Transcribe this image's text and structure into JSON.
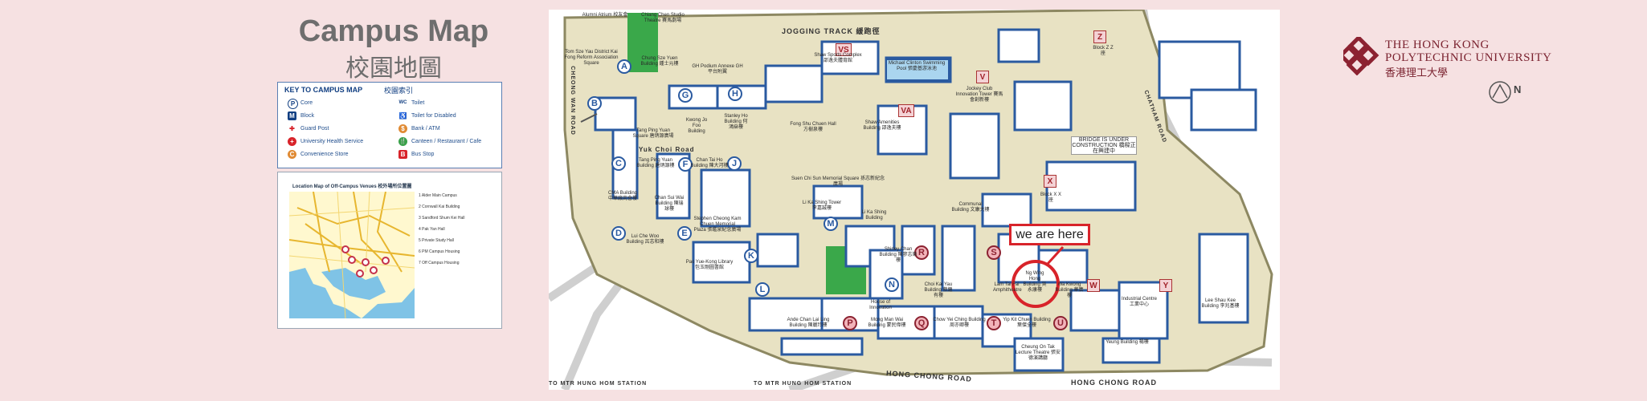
{
  "title": {
    "en": "Campus Map",
    "zh": "校園地圖"
  },
  "key": {
    "heading": "KEY TO CAMPUS MAP",
    "heading_zh": "校園索引",
    "left": [
      {
        "symbol": "P",
        "label": "Core"
      },
      {
        "symbol": "M",
        "label": "Block"
      },
      {
        "symbol": "✚",
        "label": "Guard Post"
      },
      {
        "symbol": "+",
        "label": "University Health Service"
      },
      {
        "symbol": "C",
        "label": "Convenience Store"
      }
    ],
    "right": [
      {
        "symbol": "WC",
        "label": "Toilet"
      },
      {
        "symbol": "♿",
        "label": "Toilet for Disabled"
      },
      {
        "symbol": "$",
        "label": "Bank / ATM"
      },
      {
        "symbol": "🍴",
        "label": "Canteen / Restaurant / Cafe"
      },
      {
        "symbol": "B",
        "label": "Bus Stop"
      }
    ]
  },
  "offcampus": {
    "title": "Location Map of Off-Campus Venues 校外場所位置圖",
    "items": [
      "1 Alder Main Campus",
      "2 Cornwall Kai Building",
      "3 Sandford Shum Kei Hall",
      "4 Pak Yan Hall",
      "5 Private Study Hall",
      "6 PM Campus Housing",
      "7 Off Campus Housing"
    ]
  },
  "map": {
    "here_label": "we are here",
    "roads": {
      "jogging": "JOGGING TRACK 緩跑徑",
      "hong_chong": "HONG CHONG ROAD",
      "hong_chong2": "HONG CHONG ROAD",
      "cheong_wan": "CHEONG WAN ROAD",
      "chatham": "CHATHAM ROAD",
      "yuk_choi": "Yuk Choi Road",
      "mtr1": "TO MTR HUNG HOM STATION",
      "mtr2": "TO MTR HUNG HOM STATION"
    },
    "bridge": "BRIDGE IS UNDER CONSTRUCTION 橋樑正在興建中",
    "blue_letters": [
      "A",
      "B",
      "C",
      "D",
      "E",
      "F",
      "G",
      "H",
      "J",
      "K",
      "L",
      "M",
      "N"
    ],
    "pink_letters": [
      "P",
      "Q",
      "R",
      "S",
      "T",
      "U"
    ],
    "square_letters": [
      "V",
      "W",
      "X",
      "Y",
      "Z",
      "VS",
      "VA"
    ],
    "buildings": {
      "alumni": "Alumni Atrium 校友會",
      "chiang": "Chiang Chen Studio Theatre 賽馬劇場",
      "tom_sze": "Tom Sze Yau District Kai Fong Reform Association Square",
      "chung_sze": "Chung Sze Yuen Building 鍾士元樓",
      "gh_podium": "GH Podium Annexe GH 平台附翼",
      "shaw_sports": "Shaw Sports Complex 邵逸夫體育館",
      "michael_clinton": "Michael Clinton Swimming Pool 張慶基游泳池",
      "jockey": "Jockey Club Innovation Tower 賽馬會創新樓",
      "block_z": "Block Z Z座",
      "tang_ping_yuan_sq": "Tang Ping Yuan Square 唐炳源廣場",
      "kwong_jo": "Kwong Jo Foo Building",
      "stanley": "Stanley Ho Building 何鴻燊樓",
      "fong_shu": "Fong Shu Chuen Hall 方樹泉樓",
      "shaw_amenities": "Shaw Amenities Building 邵逸夫樓",
      "tang_ping_yuan_bld": "Tang Ping Yuan Building 唐炳源樓",
      "chan_tai_ho": "Chan Tai Ho Building 陳大河樓",
      "suen_chi_sun": "Suen Chi Sun Memorial Square 孫志新紀念廣場",
      "li_ka_shing_tower": "Li Ka Shing Tower 李嘉誠樓",
      "communal": "Communal Building 文康大樓",
      "block_x": "Block X X座",
      "cma": "CMA Building 中華廠商會樓",
      "chan_sui_wai": "Chan Sui Wai Building 陳瑞球樓",
      "stephen": "Stephen Cheong Kam Chuen Memorial Plaza 張鑑泉紀念廣場",
      "li_ka_shing_bld": "Li Ka Shing Building",
      "lui_chi_woo": "Lui Che Woo Building 呂志和樓",
      "pao": "Pao Yue-Kong Library 包玉剛圖書館",
      "shirley": "Shirley Chan Building 陳廖志樂樓",
      "ng_wing_hong": "Ng Wing Hong Building 吳永康樓",
      "lam_tai_fai": "Lam Tai Fai Amphitheatre",
      "wa_kwong": "Wa Kwong Building 華廣樓",
      "lee_shau_kee": "Lee Shau Kee Building 李兆基樓",
      "choi_kai_yau": "Choi Kai Yau Building 蔡繼有樓",
      "industrial": "Industrial Centre 工業中心",
      "house": "House of Innovation",
      "chow_yei_ching": "Chow Yei Ching Building 周亦卿樓",
      "yip_kit_chuen": "Yip Kit Chuen Building 葉傑全樓",
      "mong_man_wai": "Mong Man Wai Building 蒙民偉樓",
      "ande": "Ande Chan Lai Ling Building 陳麗玲樓",
      "cheung_on_tak": "Cheung On Tak Lecture Theatre 張安德演講廳",
      "yeung": "Yeung Building 楊樓"
    }
  },
  "logo": {
    "line1": "THE HONG KONG",
    "line2": "POLYTECHNIC UNIVERSITY",
    "zh": "香港理工大學",
    "north": "N"
  },
  "colors": {
    "bg": "#f6e1e2",
    "map_bg": "#e9e4c9",
    "building": "#ffffff",
    "road": "#d6d6d6",
    "accent_blue": "#2a5aa0",
    "accent_red": "#d8232a"
  }
}
